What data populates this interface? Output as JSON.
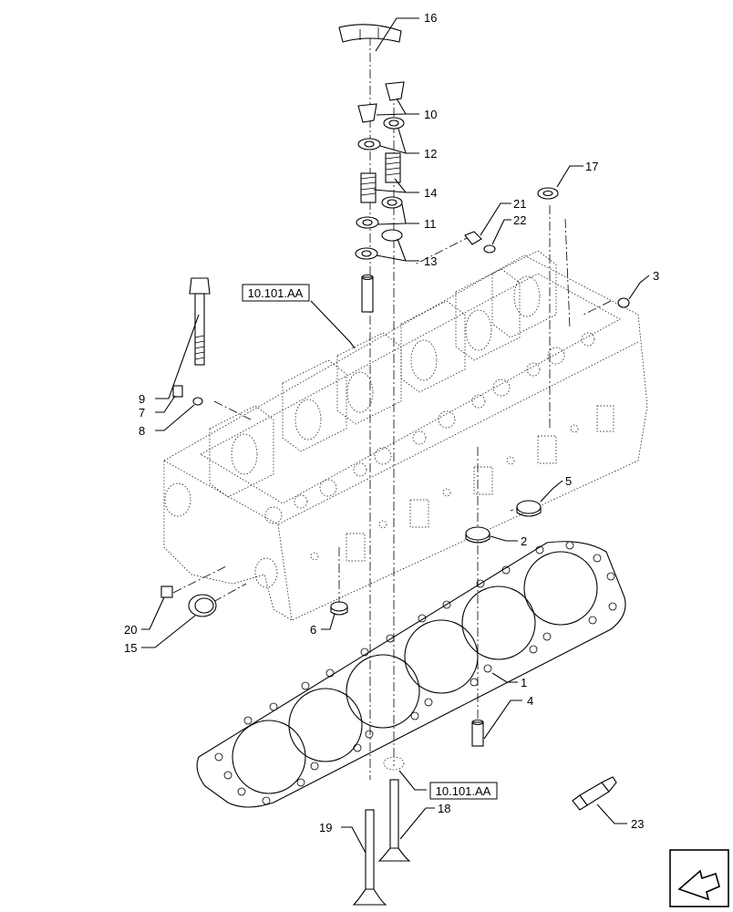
{
  "callouts": [
    {
      "id": "1",
      "text": "1"
    },
    {
      "id": "2",
      "text": "2"
    },
    {
      "id": "3",
      "text": "3"
    },
    {
      "id": "4",
      "text": "4"
    },
    {
      "id": "5",
      "text": "5"
    },
    {
      "id": "6",
      "text": "6"
    },
    {
      "id": "7",
      "text": "7"
    },
    {
      "id": "8",
      "text": "8"
    },
    {
      "id": "9",
      "text": "9"
    },
    {
      "id": "10",
      "text": "10"
    },
    {
      "id": "11",
      "text": "11"
    },
    {
      "id": "12",
      "text": "12"
    },
    {
      "id": "13",
      "text": "13"
    },
    {
      "id": "14",
      "text": "14"
    },
    {
      "id": "15",
      "text": "15"
    },
    {
      "id": "16",
      "text": "16"
    },
    {
      "id": "17",
      "text": "17"
    },
    {
      "id": "18",
      "text": "18"
    },
    {
      "id": "19",
      "text": "19"
    },
    {
      "id": "20",
      "text": "20"
    },
    {
      "id": "21",
      "text": "21"
    },
    {
      "id": "22",
      "text": "22"
    },
    {
      "id": "23",
      "text": "23"
    }
  ],
  "references": {
    "upper": "10.101.AA",
    "lower": "10.101.AA"
  },
  "nav_icon": "next-page-arrow-icon"
}
